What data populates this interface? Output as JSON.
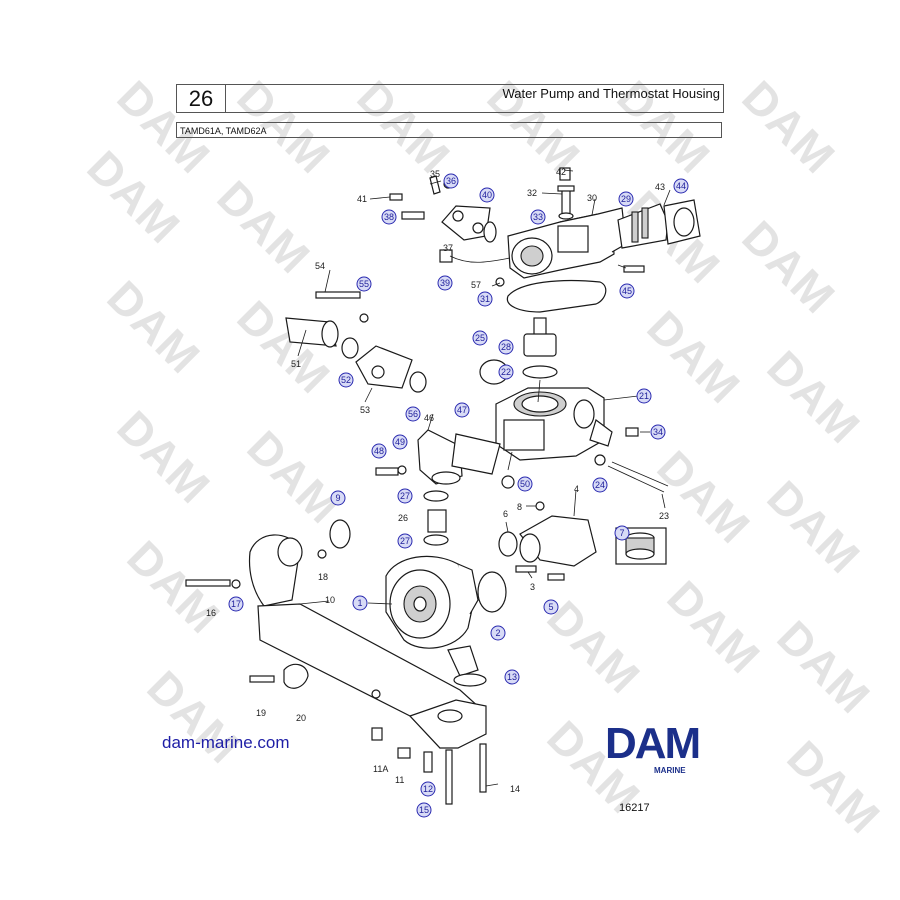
{
  "header": {
    "page_number": "26",
    "title": "Water Pump and Thermostat Housing",
    "models": "TAMD61A, TAMD62A"
  },
  "watermark": "DAM",
  "footer": {
    "website": "dam-marine.com",
    "logo_text": "DAM",
    "logo_sub": "MARINE",
    "drawing_number": "16217"
  },
  "colors": {
    "circle_fill": "#d8dbf6",
    "circle_stroke": "#2a2ab0",
    "logo": "#1b2f8a",
    "site": "#1e1ea6"
  },
  "callouts": {
    "c1": "1",
    "c2": "2",
    "c3": "3",
    "c4": "4",
    "c5": "5",
    "c6": "6",
    "c7": "7",
    "c8": "8",
    "c9": "9",
    "c10": "10",
    "c11": "11",
    "c11a": "11A",
    "c12": "12",
    "c13": "13",
    "c14": "14",
    "c15": "15",
    "c16": "16",
    "c17": "17",
    "c18": "18",
    "c19": "19",
    "c20": "20",
    "c21": "21",
    "c22": "22",
    "c23": "23",
    "c24": "24",
    "c25": "25",
    "c26": "26",
    "c27a": "27",
    "c27b": "27",
    "c28": "28",
    "c29": "29",
    "c30": "30",
    "c31": "31",
    "c32": "32",
    "c33": "33",
    "c34": "34",
    "c35": "35",
    "c36": "36",
    "c37": "37",
    "c38": "38",
    "c39": "39",
    "c40": "40",
    "c41": "41",
    "c42": "42",
    "c43": "43",
    "c44": "44",
    "c45": "45",
    "c46": "46",
    "c47": "47",
    "c48": "48",
    "c49": "49",
    "c50": "50",
    "c51": "51",
    "c52": "52",
    "c53": "53",
    "c54": "54",
    "c55": "55",
    "c56": "56",
    "c57": "57"
  }
}
